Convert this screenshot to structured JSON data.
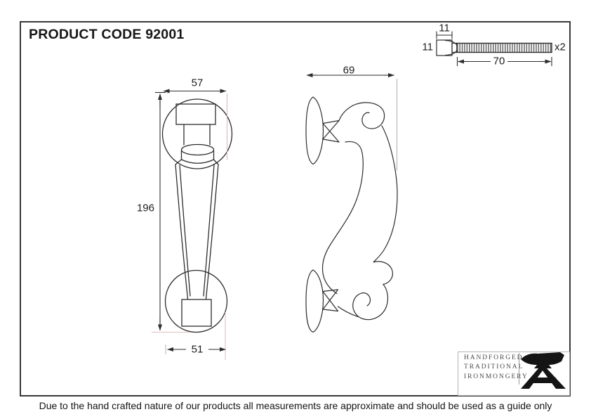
{
  "sheet": {
    "product_code_label": "PRODUCT CODE 92001",
    "disclaimer": "Due to the hand crafted nature of our products all measurements are approximate and should be used as a guide only"
  },
  "dimensions": {
    "front_width_top": "57",
    "front_height": "196",
    "front_width_bottom": "51",
    "side_depth": "69",
    "screw_head_width": "11",
    "screw_head_height": "11",
    "screw_length": "70",
    "screw_quantity": "x2"
  },
  "branding": {
    "tagline_line1": "HANDFORGED",
    "tagline_line2": "TRADITIONAL",
    "tagline_line3": "IRONMONGERY",
    "logo_icon": "anvil-icon"
  },
  "colors": {
    "line": "#2d2d2d",
    "frame": "#383838",
    "extension_pink": "#dfc0c0",
    "extension_gray": "#b8b0b0",
    "logo_black": "#141414",
    "brand_text": "#4a4a4a"
  }
}
